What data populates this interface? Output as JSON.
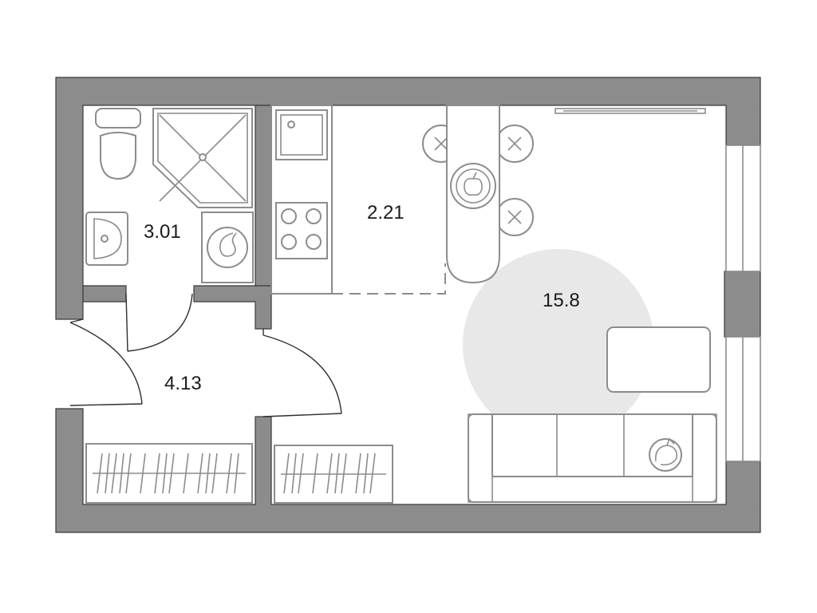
{
  "rooms": {
    "bathroom": {
      "area": "3.01"
    },
    "kitchen": {
      "area": "2.21"
    },
    "hallway": {
      "area": "4.13"
    },
    "living_room": {
      "area": "15.8"
    }
  },
  "colors": {
    "wall": "#8c8c8c",
    "furniture_stroke": "#8c8c8c",
    "zone_circle": "#e8e8e8",
    "text": "#1a1a1a"
  }
}
